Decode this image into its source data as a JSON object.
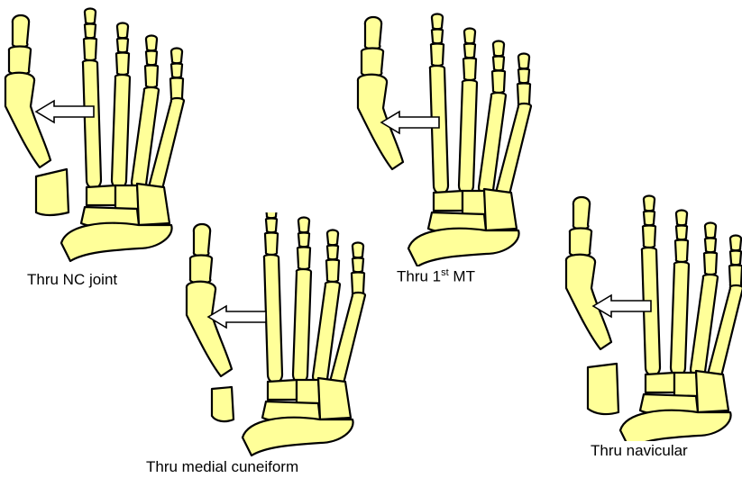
{
  "colors": {
    "bone": "#ffff99",
    "outline": "#000000",
    "arrow": "#ffffff",
    "background": "#ffffff"
  },
  "panels": [
    {
      "id": "nc-joint",
      "caption": {
        "pre": "Thru NC joint",
        "sup": "",
        "post": ""
      }
    },
    {
      "id": "first-mt",
      "caption": {
        "pre": "Thru 1",
        "sup": "st",
        "post": " MT"
      }
    },
    {
      "id": "medial-cuneiform",
      "caption": {
        "pre": "Thru  medial cuneiform",
        "sup": "",
        "post": ""
      }
    },
    {
      "id": "navicular",
      "caption": {
        "pre": "Thru navicular",
        "sup": "",
        "post": ""
      }
    }
  ]
}
